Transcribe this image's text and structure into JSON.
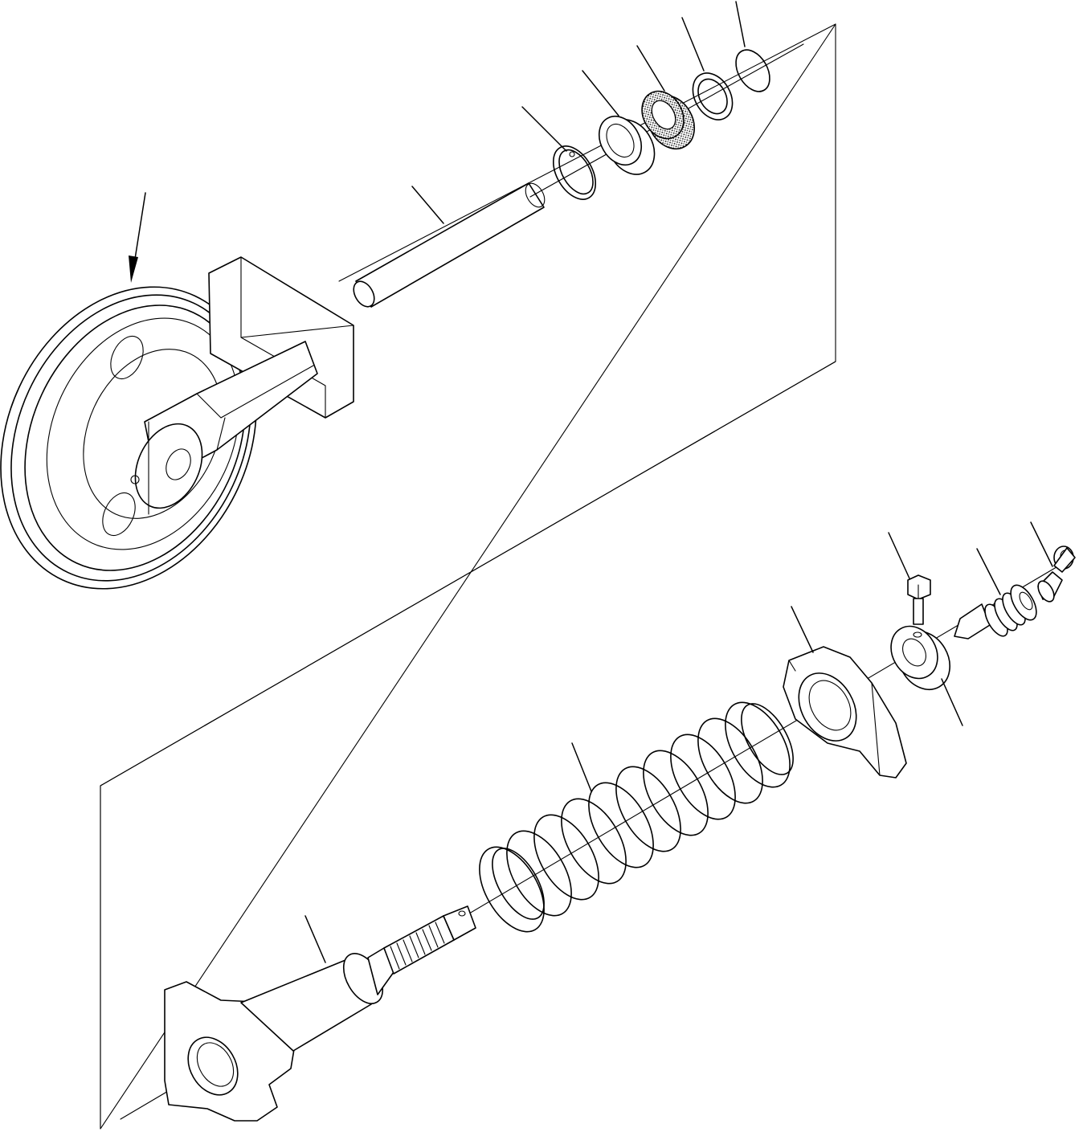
{
  "diagram": {
    "kind": "exploded-parts-view",
    "colors": {
      "ink": "#000000",
      "paper": "#ffffff",
      "felt": "#8a8a8a"
    },
    "parts": [
      "idler-wheel-assembly",
      "pin",
      "snap-ring",
      "bushing",
      "felt-seal",
      "washer",
      "o-ring",
      "recoil-spring",
      "spring-seat",
      "rod",
      "nut",
      "bolt",
      "grease-valve",
      "grease-fitting"
    ]
  }
}
